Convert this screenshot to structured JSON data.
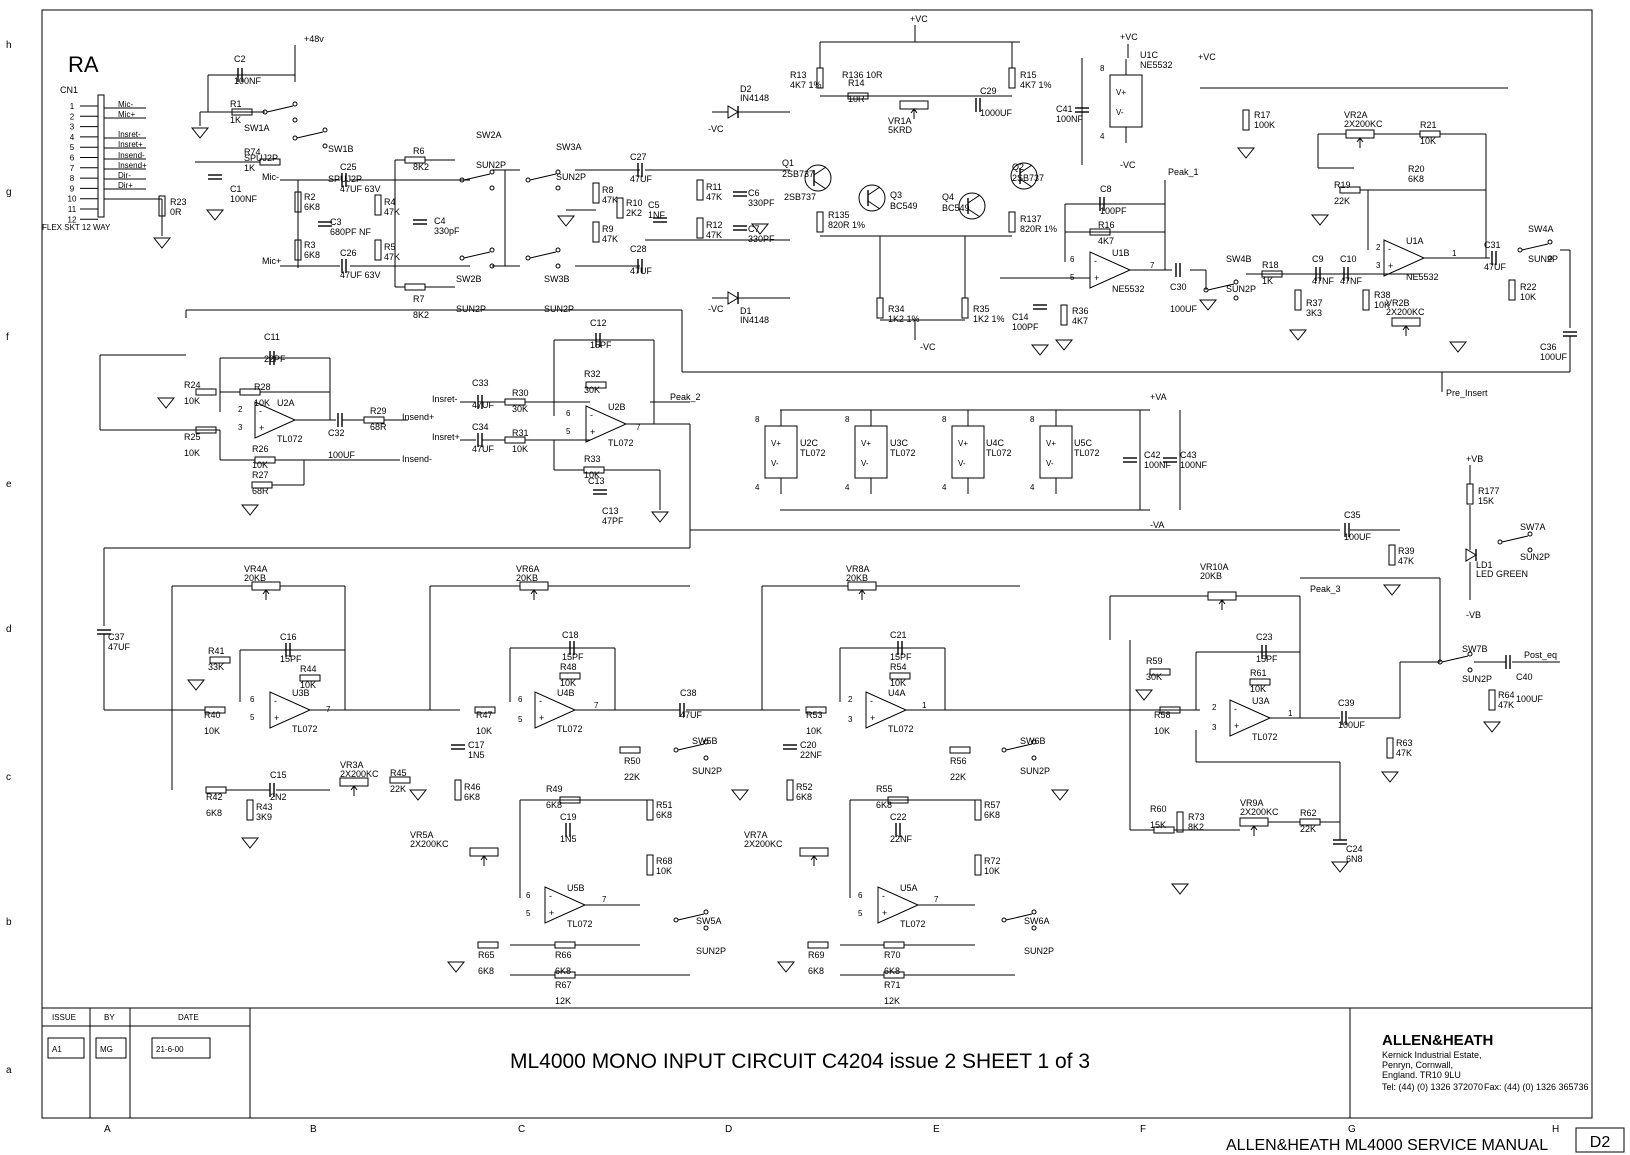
{
  "sheet": {
    "board_label": "RA",
    "title": "ML4000 MONO INPUT CIRCUIT   C4204 issue 2   SHEET 1 of 3",
    "footer": "ALLEN&HEATH ML4000 SERVICE MANUAL",
    "page_code": "D2",
    "company": {
      "name": "ALLEN&HEATH",
      "address_1": "Kernick Industrial Estate,",
      "address_2": "Penryn, Cornwall,",
      "address_3": "England. TR10 9LU",
      "tel": "Tel: (44) (0) 1326 372070",
      "fax": "Fax: (44) (0) 1326 365736"
    },
    "revision": {
      "issue_header": "ISSUE",
      "by_header": "BY",
      "date_header": "DATE",
      "issue": "A1",
      "by": "MG",
      "date": "21-6-00"
    },
    "grid_rows": [
      "h",
      "g",
      "f",
      "e",
      "d",
      "c",
      "b",
      "a"
    ],
    "grid_cols": [
      "A",
      "B",
      "C",
      "D",
      "E",
      "F",
      "G",
      "H"
    ]
  },
  "connector": {
    "ref": "CN1",
    "desc": "FLEX SKT 12 WAY",
    "pins": [
      "1",
      "2",
      "3",
      "4",
      "5",
      "6",
      "7",
      "8",
      "9",
      "10",
      "11",
      "12"
    ],
    "signals": [
      "Mic-",
      "Mic+",
      "Insret-",
      "Insret+",
      "Insend-",
      "Insend+",
      "Dir-",
      "Dir+"
    ]
  },
  "nets": {
    "vc_pos": "+VC",
    "vc_neg": "-VC",
    "v48": "+48v",
    "va_pos": "+VA",
    "va_neg": "-VA",
    "vb_pos": "+VB",
    "vb_neg": "-VB",
    "mic_minus": "Mic-",
    "mic_plus": "Mic+",
    "insret_minus": "Insret-",
    "insret_plus": "Insret+",
    "insend_plus": "Insend+",
    "insend_minus": "Insend-",
    "peak_1": "Peak_1",
    "peak_2": "Peak_2",
    "peak_3": "Peak_3",
    "pre_insert": "Pre_Insert",
    "post_eq": "Post_eq"
  },
  "parts": [
    {
      "ref": "C2",
      "value": "100NF"
    },
    {
      "ref": "R1",
      "value": "1K"
    },
    {
      "ref": "SW1A",
      "value": "SPUJ2P"
    },
    {
      "ref": "SW1B",
      "value": "SPUJ2P"
    },
    {
      "ref": "R74",
      "value": "1K"
    },
    {
      "ref": "C1",
      "value": "100NF"
    },
    {
      "ref": "R23",
      "value": "0R"
    },
    {
      "ref": "R2",
      "value": "6K8"
    },
    {
      "ref": "R3",
      "value": "6K8"
    },
    {
      "ref": "C25",
      "value": "47UF 63V"
    },
    {
      "ref": "C3",
      "value": "680PF NF"
    },
    {
      "ref": "C26",
      "value": "47UF 63V"
    },
    {
      "ref": "R4",
      "value": "47K"
    },
    {
      "ref": "R5",
      "value": "47K"
    },
    {
      "ref": "C4",
      "value": "330pF"
    },
    {
      "ref": "R6",
      "value": "8K2"
    },
    {
      "ref": "R7",
      "value": "8K2"
    },
    {
      "ref": "SW2A",
      "value": "SUN2P"
    },
    {
      "ref": "SW2B",
      "value": "SUN2P"
    },
    {
      "ref": "SW3A",
      "value": "SUN2P"
    },
    {
      "ref": "SW3B",
      "value": "SUN2P"
    },
    {
      "ref": "R8",
      "value": "47K"
    },
    {
      "ref": "R9",
      "value": "47K"
    },
    {
      "ref": "C27",
      "value": "47UF"
    },
    {
      "ref": "C28",
      "value": "47UF"
    },
    {
      "ref": "R10",
      "value": "2K2"
    },
    {
      "ref": "C5",
      "value": "1NF"
    },
    {
      "ref": "R11",
      "value": "47K"
    },
    {
      "ref": "R12",
      "value": "47K"
    },
    {
      "ref": "C6",
      "value": "330PF"
    },
    {
      "ref": "C7",
      "value": "330PF"
    },
    {
      "ref": "D2",
      "value": "IN4148"
    },
    {
      "ref": "D1",
      "value": "IN4148"
    },
    {
      "ref": "Q1",
      "value": "2SB737"
    },
    {
      "ref": "Q2",
      "value": "2SB737"
    },
    {
      "ref": "Q3",
      "value": "BC549"
    },
    {
      "ref": "Q4",
      "value": "BC549"
    },
    {
      "ref": "R13",
      "value": "4K7 1%"
    },
    {
      "ref": "R15",
      "value": "4K7 1%"
    },
    {
      "ref": "R136",
      "value": "10R"
    },
    {
      "ref": "R14",
      "value": "10R"
    },
    {
      "ref": "VR1A",
      "value": "5KRD"
    },
    {
      "ref": "C29",
      "value": "1000UF"
    },
    {
      "ref": "R135",
      "value": "820R 1%"
    },
    {
      "ref": "R137",
      "value": "820R 1%"
    },
    {
      "ref": "R34",
      "value": "1K2 1%"
    },
    {
      "ref": "R35",
      "value": "1K2 1%"
    },
    {
      "ref": "C14",
      "value": "100PF"
    },
    {
      "ref": "R36",
      "value": "4K7"
    },
    {
      "ref": "C8",
      "value": "100PF"
    },
    {
      "ref": "R16",
      "value": "4K7"
    },
    {
      "ref": "U1B",
      "value": "NE5532"
    },
    {
      "ref": "U1C",
      "value": "NE5532"
    },
    {
      "ref": "C41",
      "value": "100NF"
    },
    {
      "ref": "C30",
      "value": "100UF"
    },
    {
      "ref": "SW4B",
      "value": "SUN2P"
    },
    {
      "ref": "R18",
      "value": "1K"
    },
    {
      "ref": "R37",
      "value": "3K3"
    },
    {
      "ref": "C9",
      "value": "47NF"
    },
    {
      "ref": "C10",
      "value": "47NF"
    },
    {
      "ref": "R38",
      "value": "10K"
    },
    {
      "ref": "R17",
      "value": "100K"
    },
    {
      "ref": "VR2A",
      "value": "2X200KC"
    },
    {
      "ref": "VR2B",
      "value": "2X200KC"
    },
    {
      "ref": "R21",
      "value": "10K"
    },
    {
      "ref": "R19",
      "value": "22K"
    },
    {
      "ref": "R20",
      "value": "6K8"
    },
    {
      "ref": "U1A",
      "value": "NE5532"
    },
    {
      "ref": "C31",
      "value": "47UF"
    },
    {
      "ref": "R22",
      "value": "10K"
    },
    {
      "ref": "SW4A",
      "value": "SUN2P"
    },
    {
      "ref": "C36",
      "value": "100UF"
    },
    {
      "ref": "C11",
      "value": "22PF"
    },
    {
      "ref": "R24",
      "value": "10K"
    },
    {
      "ref": "R28",
      "value": "10K"
    },
    {
      "ref": "R25",
      "value": "10K"
    },
    {
      "ref": "U2A",
      "value": "TL072"
    },
    {
      "ref": "C32",
      "value": "100UF"
    },
    {
      "ref": "R29",
      "value": "68R"
    },
    {
      "ref": "R26",
      "value": "10K"
    },
    {
      "ref": "R27",
      "value": "68R"
    },
    {
      "ref": "C33",
      "value": "47UF"
    },
    {
      "ref": "C34",
      "value": "47UF"
    },
    {
      "ref": "R30",
      "value": "30K"
    },
    {
      "ref": "R31",
      "value": "10K"
    },
    {
      "ref": "C12",
      "value": "15PF"
    },
    {
      "ref": "R32",
      "value": "30K"
    },
    {
      "ref": "U2B",
      "value": "TL072"
    },
    {
      "ref": "R33",
      "value": "10K"
    },
    {
      "ref": "C13",
      "value": "47PF"
    },
    {
      "ref": "U2C",
      "value": "TL072"
    },
    {
      "ref": "U3C",
      "value": "TL072"
    },
    {
      "ref": "U4C",
      "value": "TL072"
    },
    {
      "ref": "U5C",
      "value": "TL072"
    },
    {
      "ref": "C42",
      "value": "100NF"
    },
    {
      "ref": "C43",
      "value": "100NF"
    },
    {
      "ref": "R177",
      "value": "15K"
    },
    {
      "ref": "SW7A",
      "value": "SUN2P"
    },
    {
      "ref": "LD1",
      "value": "LED GREEN"
    },
    {
      "ref": "C35",
      "value": "100UF"
    },
    {
      "ref": "R39",
      "value": "47K"
    },
    {
      "ref": "C37",
      "value": "47UF"
    },
    {
      "ref": "VR4A",
      "value": "20KB"
    },
    {
      "ref": "R41",
      "value": "33K"
    },
    {
      "ref": "C16",
      "value": "15PF"
    },
    {
      "ref": "R44",
      "value": "10K"
    },
    {
      "ref": "R40",
      "value": "10K"
    },
    {
      "ref": "U3B",
      "value": "TL072"
    },
    {
      "ref": "R42",
      "value": "6K8"
    },
    {
      "ref": "R43",
      "value": "3K9"
    },
    {
      "ref": "C15",
      "value": "2N2"
    },
    {
      "ref": "VR3A",
      "value": "2X200KC"
    },
    {
      "ref": "R45",
      "value": "22K"
    },
    {
      "ref": "VR6A",
      "value": "20KB"
    },
    {
      "ref": "C18",
      "value": "15PF"
    },
    {
      "ref": "R48",
      "value": "10K"
    },
    {
      "ref": "R47",
      "value": "10K"
    },
    {
      "ref": "U4B",
      "value": "TL072"
    },
    {
      "ref": "C17",
      "value": "1N5"
    },
    {
      "ref": "R46",
      "value": "6K8"
    },
    {
      "ref": "R50",
      "value": "22K"
    },
    {
      "ref": "SW5B",
      "value": "SUN2P"
    },
    {
      "ref": "R49",
      "value": "6K8"
    },
    {
      "ref": "C19",
      "value": "1N5"
    },
    {
      "ref": "R51",
      "value": "6K8"
    },
    {
      "ref": "R68",
      "value": "10K"
    },
    {
      "ref": "VR5A",
      "value": "2X200KC"
    },
    {
      "ref": "U5B",
      "value": "TL072"
    },
    {
      "ref": "SW5A",
      "value": "SUN2P"
    },
    {
      "ref": "R65",
      "value": "6K8"
    },
    {
      "ref": "R66",
      "value": "6K8"
    },
    {
      "ref": "R67",
      "value": "12K"
    },
    {
      "ref": "C38",
      "value": "47UF"
    },
    {
      "ref": "VR8A",
      "value": "20KB"
    },
    {
      "ref": "C21",
      "value": "15PF"
    },
    {
      "ref": "R54",
      "value": "10K"
    },
    {
      "ref": "R53",
      "value": "10K"
    },
    {
      "ref": "U4A",
      "value": "TL072"
    },
    {
      "ref": "C20",
      "value": "22NF"
    },
    {
      "ref": "R52",
      "value": "6K8"
    },
    {
      "ref": "R56",
      "value": "22K"
    },
    {
      "ref": "SW6B",
      "value": "SUN2P"
    },
    {
      "ref": "R55",
      "value": "6K8"
    },
    {
      "ref": "C22",
      "value": "22NF"
    },
    {
      "ref": "R57",
      "value": "6K8"
    },
    {
      "ref": "R72",
      "value": "10K"
    },
    {
      "ref": "VR7A",
      "value": "2X200KC"
    },
    {
      "ref": "U5A",
      "value": "TL072"
    },
    {
      "ref": "SW6A",
      "value": "SUN2P"
    },
    {
      "ref": "R69",
      "value": "6K8"
    },
    {
      "ref": "R70",
      "value": "6K8"
    },
    {
      "ref": "R71",
      "value": "12K"
    },
    {
      "ref": "VR10A",
      "value": "20KB"
    },
    {
      "ref": "C23",
      "value": "15PF"
    },
    {
      "ref": "R59",
      "value": "30K"
    },
    {
      "ref": "R61",
      "value": "10K"
    },
    {
      "ref": "R58",
      "value": "10K"
    },
    {
      "ref": "U3A",
      "value": "TL072"
    },
    {
      "ref": "C39",
      "value": "100UF"
    },
    {
      "ref": "R63",
      "value": "47K"
    },
    {
      "ref": "SW7B",
      "value": "SUN2P"
    },
    {
      "ref": "C40",
      "value": "100UF"
    },
    {
      "ref": "R64",
      "value": "47K"
    },
    {
      "ref": "R60",
      "value": "15K"
    },
    {
      "ref": "R73",
      "value": "8K2"
    },
    {
      "ref": "VR9A",
      "value": "2X200KC"
    },
    {
      "ref": "R62",
      "value": "22K"
    },
    {
      "ref": "C24",
      "value": "6N8"
    }
  ]
}
